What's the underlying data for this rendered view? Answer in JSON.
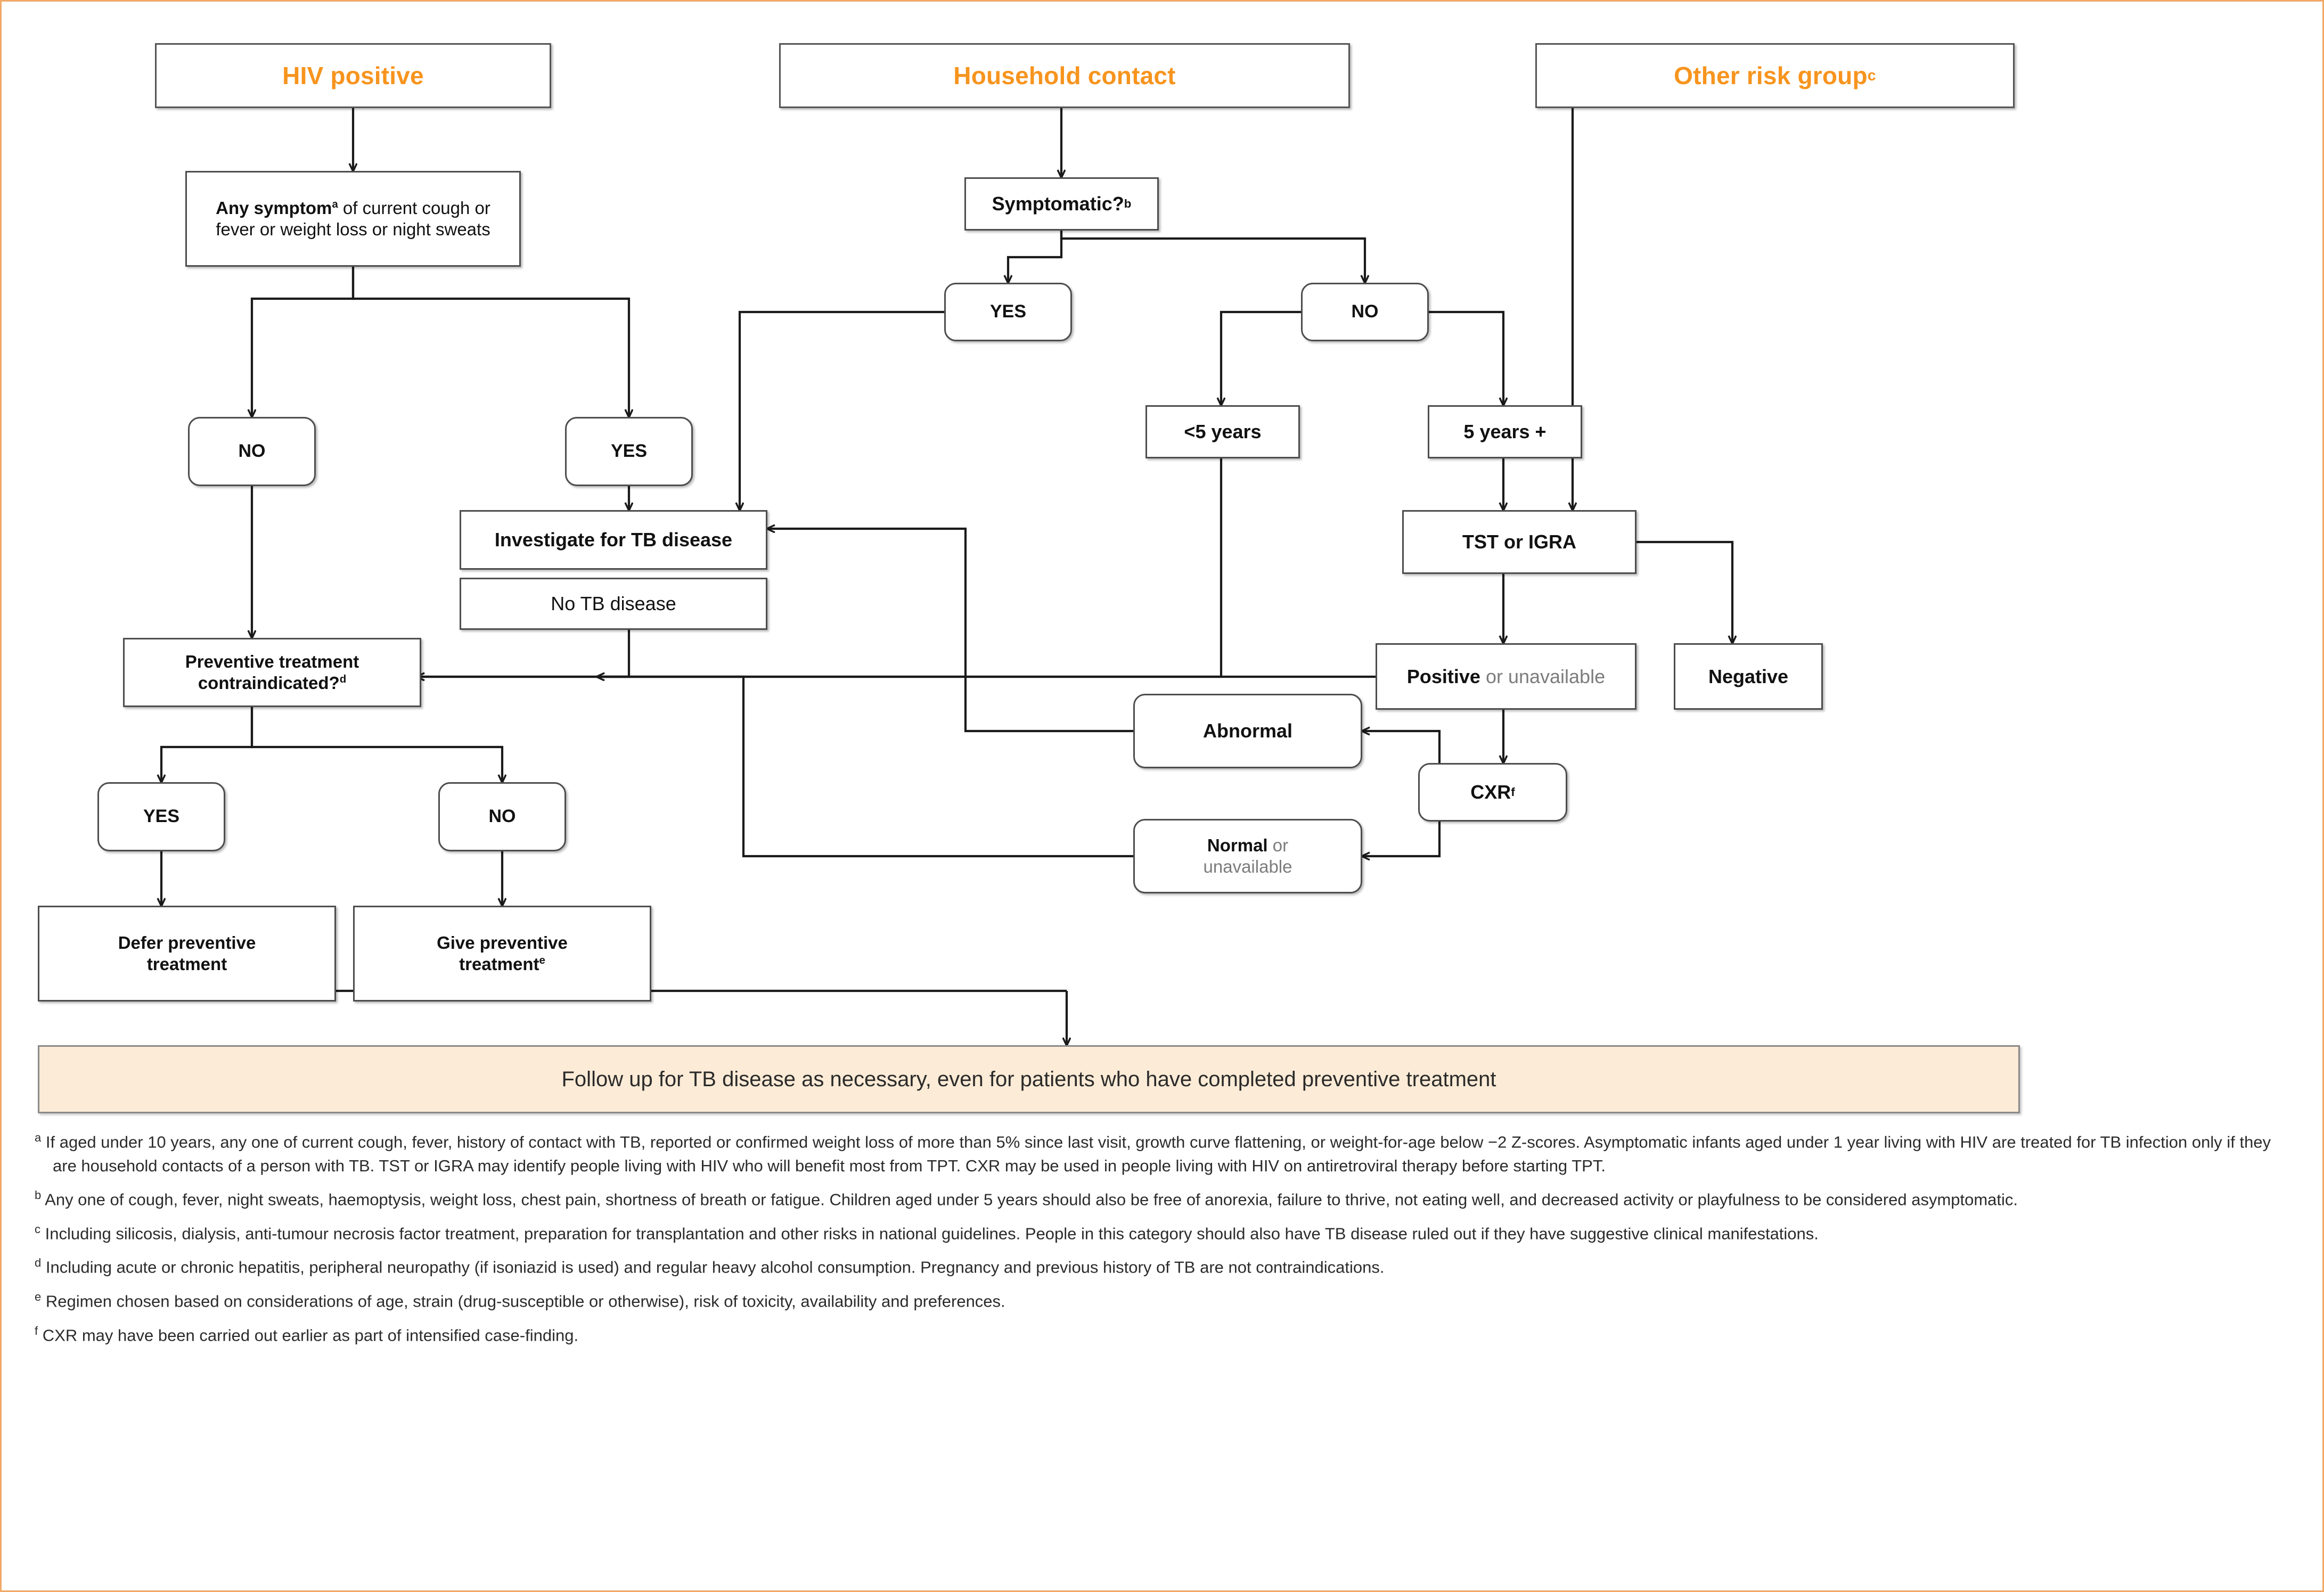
{
  "headers": [
    {
      "id": "hiv",
      "label": "HIV positive",
      "sup": ""
    },
    {
      "id": "household",
      "label": "Household contact",
      "sup": ""
    },
    {
      "id": "other",
      "label": "Other risk group",
      "sup": "c"
    }
  ],
  "nodes": {
    "any_symptom_bold": "Any symptom",
    "any_symptom_sup": "a",
    "any_symptom_rest": " of current cough or fever or weight loss or night sweats",
    "symptomatic": "Symptomatic?",
    "symptomatic_sup": "b",
    "yes": "YES",
    "no": "NO",
    "under5": "<5 years",
    "over5": "5 years +",
    "investigate": "Investigate for TB disease",
    "no_tb": "No TB disease",
    "prevent_line1": "Preventive treatment",
    "prevent_line2": "contraindicated?",
    "prevent_sup": "d",
    "tst_igra": "TST or IGRA",
    "positive_bold": "Positive",
    "positive_rest": " or unavailable",
    "negative": "Negative",
    "abnormal": "Abnormal",
    "cxr": "CXR",
    "cxr_sup": "f",
    "normal_bold": "Normal",
    "normal_rest": " or",
    "normal_line2": "unavailable",
    "defer_line1": "Defer preventive",
    "defer_line2": "treatment",
    "give_line1": "Give preventive",
    "give_line2": "treatment",
    "give_sup": "e"
  },
  "banner": {
    "text": "Follow up for TB disease as necessary, even for patients who have completed preventive treatment"
  },
  "footnotes": [
    {
      "marker": "a",
      "text": "If aged under 10 years, any one of current cough, fever, history of contact with TB, reported or confirmed weight loss of more than 5% since last visit, growth curve flattening, or weight-for-age below −2 Z-scores. Asymptomatic infants aged under 1 year living with HIV are treated for TB infection only if they are household contacts of a person with TB. TST or IGRA may identify people living with HIV who will benefit most from TPT. CXR may be used in people living with HIV on antiretroviral therapy before starting TPT."
    },
    {
      "marker": "b",
      "text": "Any one of cough, fever, night sweats, haemoptysis, weight loss, chest pain, shortness of breath or fatigue. Children aged under 5 years should also be free of anorexia, failure to thrive, not eating well, and decreased activity or playfulness to be considered asymptomatic."
    },
    {
      "marker": "c",
      "text": "Including silicosis, dialysis, anti-tumour necrosis factor treatment, preparation for transplantation and other risks in national guidelines. People in this category should also have TB disease ruled out if they have suggestive clinical manifestations."
    },
    {
      "marker": "d",
      "text": "Including acute or chronic hepatitis, peripheral neuropathy (if isoniazid is used) and regular heavy alcohol consumption. Pregnancy and previous history of TB are not contraindications."
    },
    {
      "marker": "e",
      "text": "Regimen chosen based on considerations of age, strain (drug-susceptible or otherwise), risk of toxicity, availability and preferences."
    },
    {
      "marker": "f",
      "text": "CXR may have been carried out earlier as part of intensified case-finding."
    }
  ],
  "colors": {
    "accent": "#F7941E",
    "banner_bg": "#FCEBD6",
    "border": "#4d4d4d",
    "frame": "#f0a868"
  }
}
